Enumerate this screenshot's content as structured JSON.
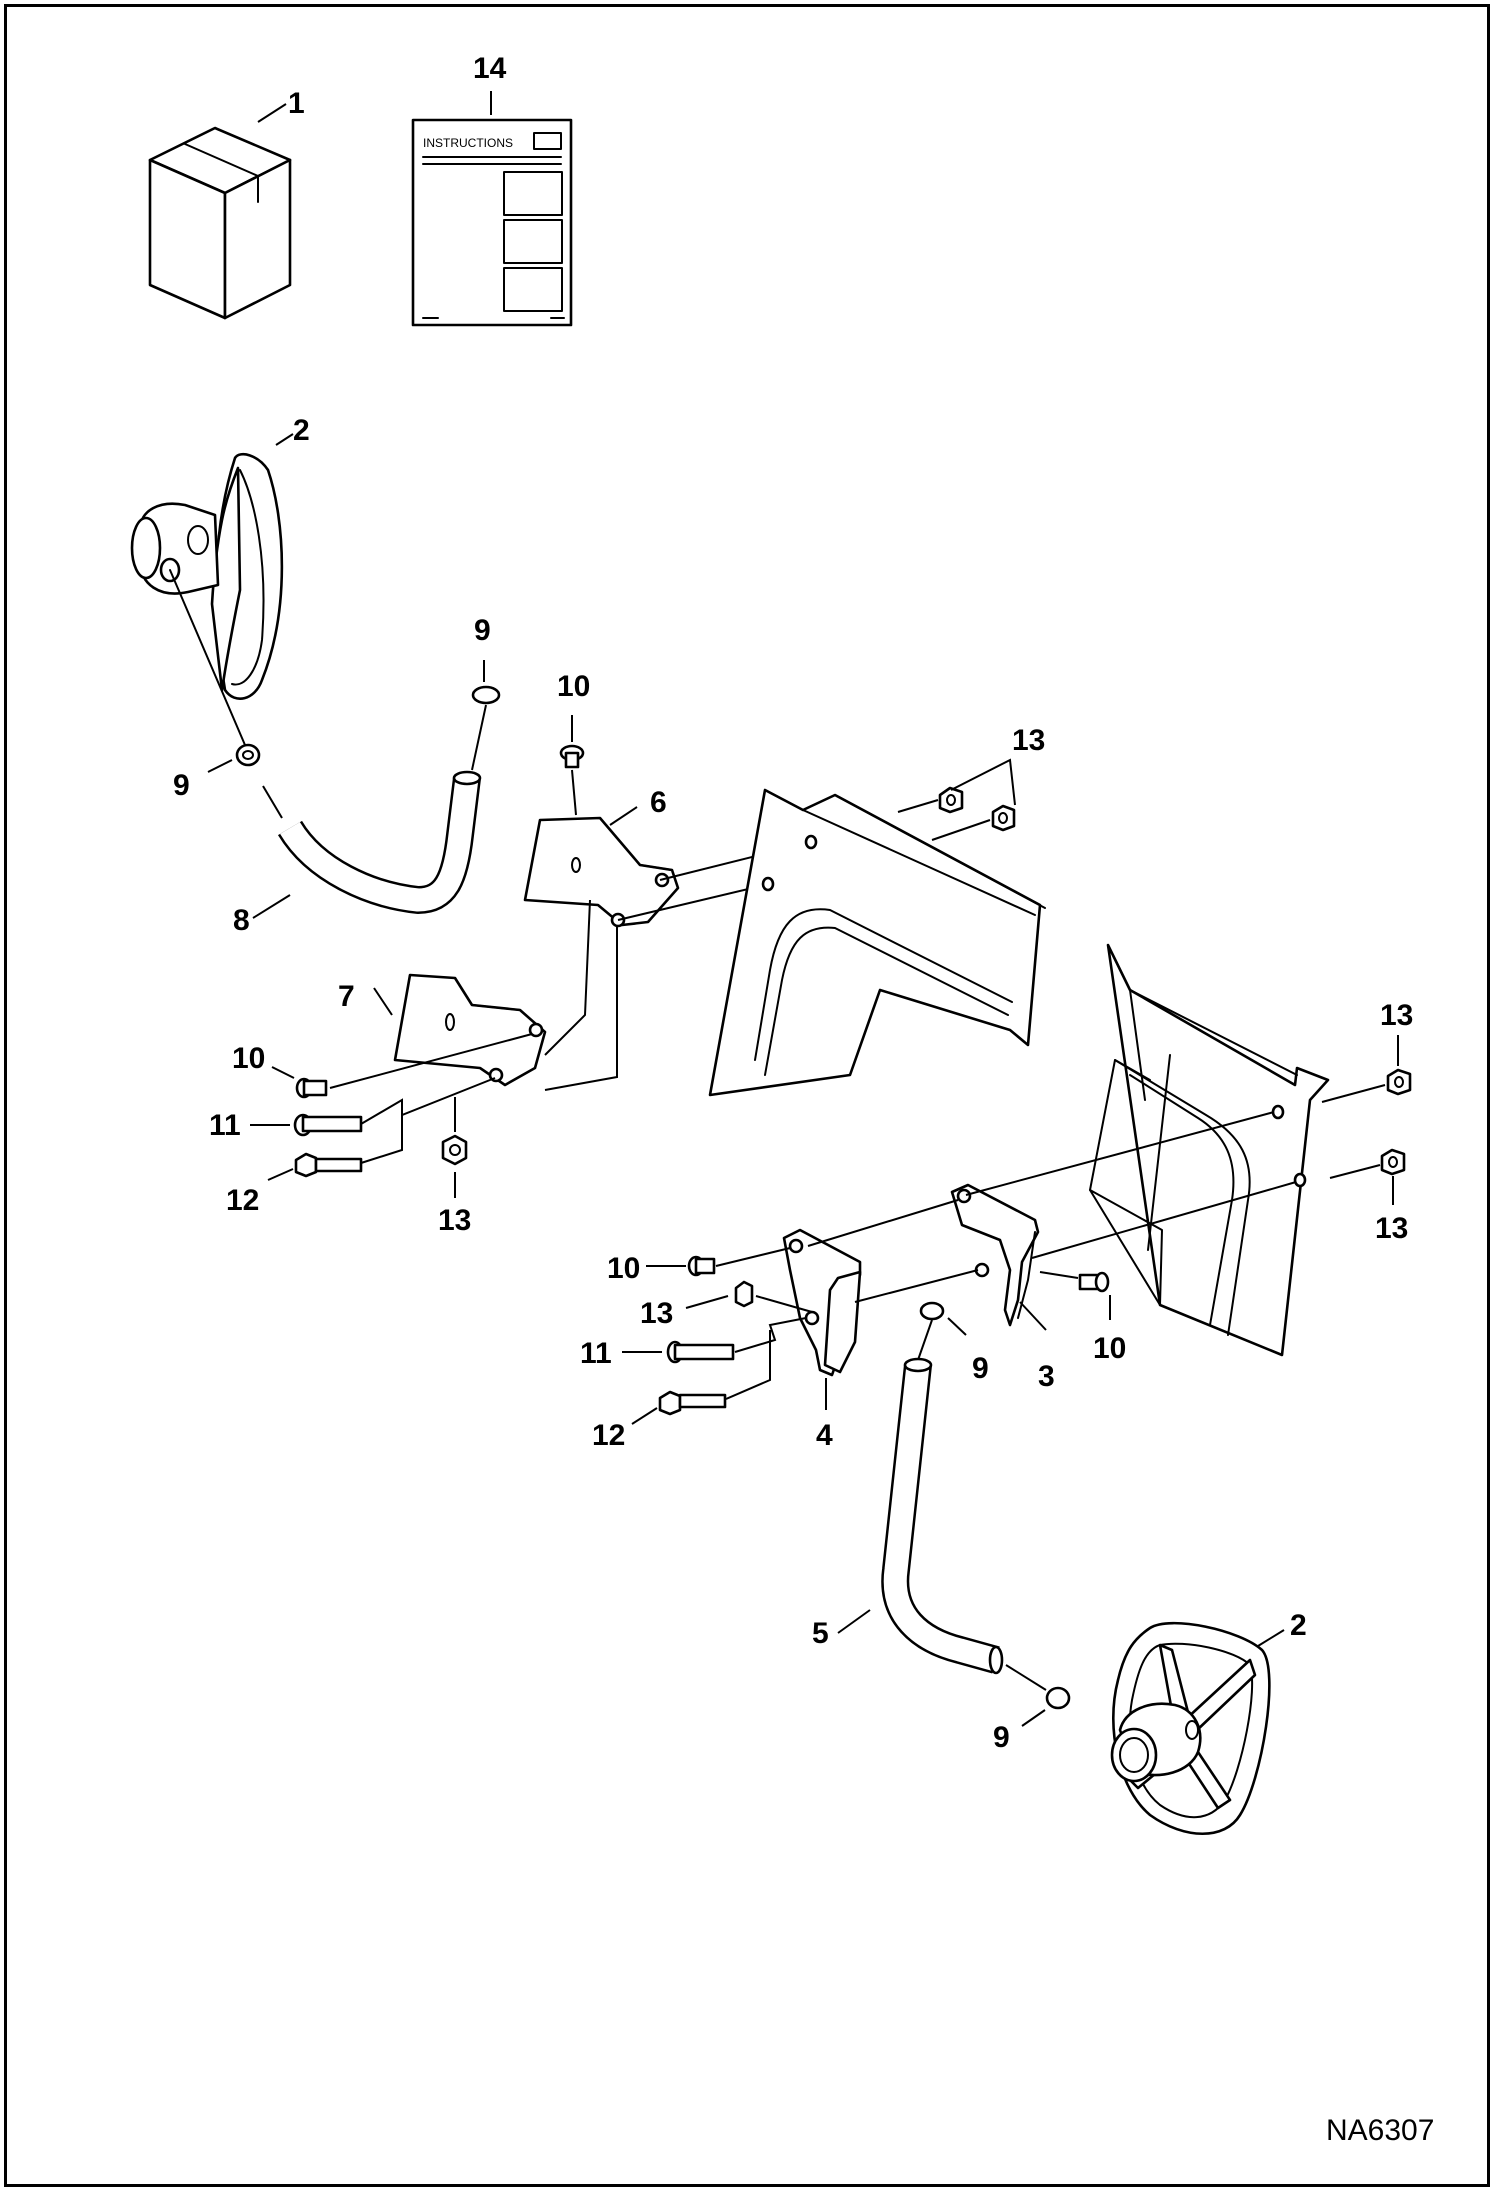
{
  "callouts": {
    "c1": "1",
    "c14": "14",
    "c2a": "2",
    "c2b": "2",
    "c3": "3",
    "c4": "4",
    "c5": "5",
    "c6": "6",
    "c7": "7",
    "c8": "8",
    "c9a": "9",
    "c9b": "9",
    "c9c": "9",
    "c9d": "9",
    "c10a": "10",
    "c10b": "10",
    "c10c": "10",
    "c10d": "10",
    "c11a": "11",
    "c11b": "11",
    "c12a": "12",
    "c12b": "12",
    "c13a": "13",
    "c13b": "13",
    "c13c": "13",
    "c13d": "13",
    "c13e": "13"
  },
  "instructions_label": "INSTRUCTIONS",
  "drawing_number": "NA6307"
}
